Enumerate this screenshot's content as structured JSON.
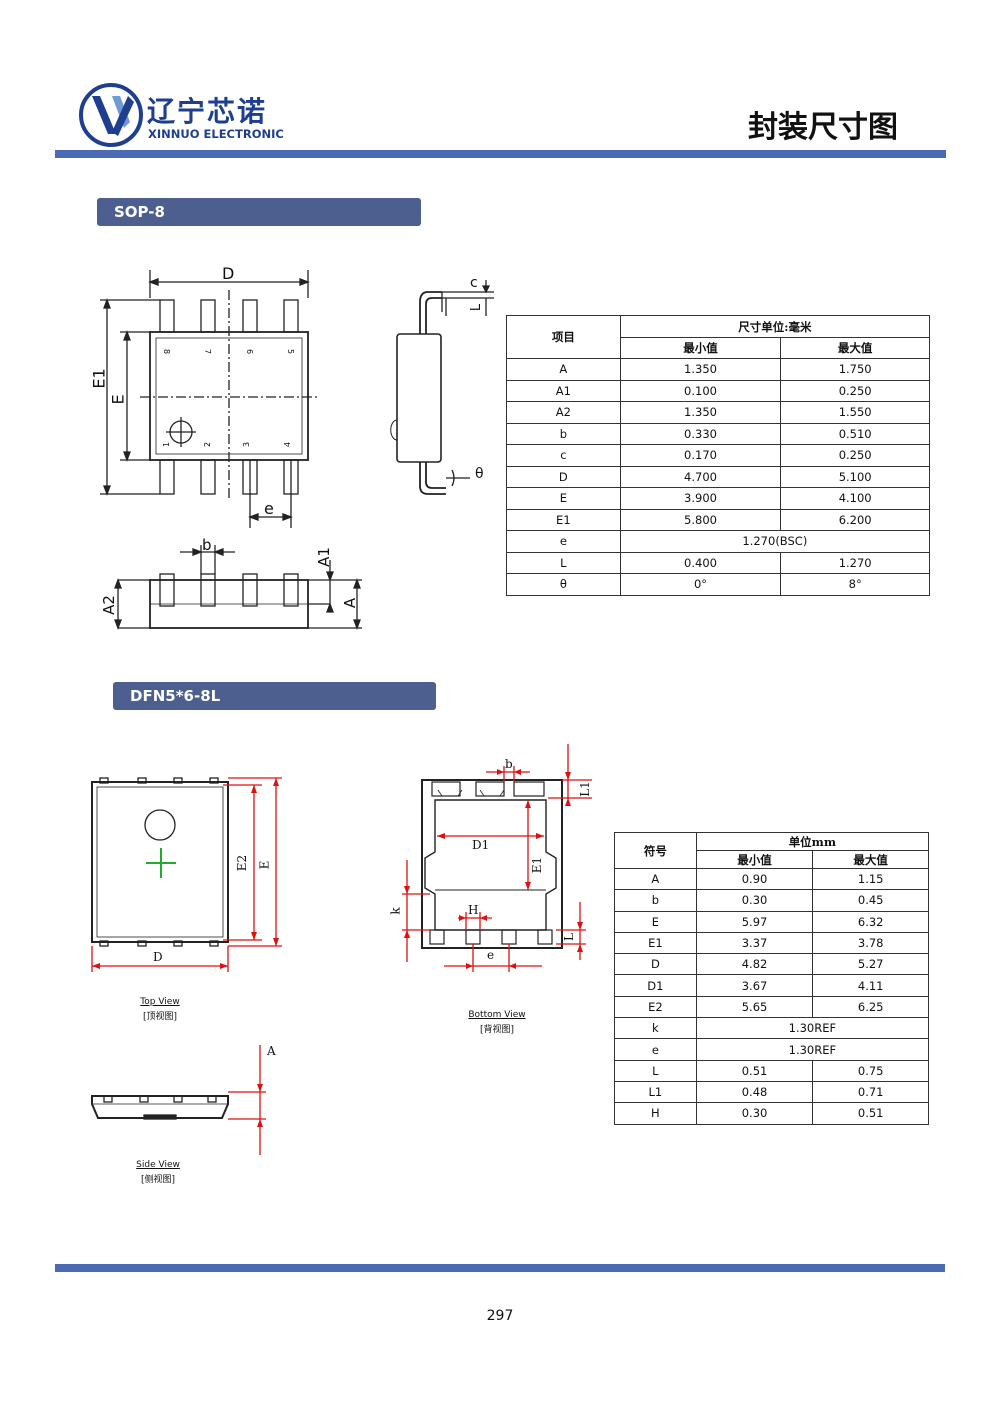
{
  "header": {
    "logo_cn": "辽宁芯诺",
    "logo_en": "XINNUO ELECTRONIC",
    "title": "封装尺寸图",
    "accent_color": "#4a6bb4"
  },
  "sop8": {
    "tag": "SOP-8",
    "drawing": {
      "dim_labels": {
        "D": "D",
        "E1": "E1",
        "E": "E",
        "e": "e",
        "b": "b",
        "A1": "A1",
        "A2": "A2",
        "A": "A",
        "c": "c",
        "L": "L",
        "theta": "θ"
      },
      "pins_top": [
        "8",
        "7",
        "6",
        "5"
      ],
      "pins_bottom": [
        "1",
        "2",
        "3",
        "4"
      ]
    },
    "table": {
      "col_item": "项目",
      "col_unit": "尺寸单位:毫米",
      "col_min": "最小值",
      "col_max": "最大值",
      "rows": [
        {
          "item": "A",
          "min": "1.350",
          "max": "1.750"
        },
        {
          "item": "A1",
          "min": "0.100",
          "max": "0.250"
        },
        {
          "item": "A2",
          "min": "1.350",
          "max": "1.550"
        },
        {
          "item": "b",
          "min": "0.330",
          "max": "0.510"
        },
        {
          "item": "c",
          "min": "0.170",
          "max": "0.250"
        },
        {
          "item": "D",
          "min": "4.700",
          "max": "5.100"
        },
        {
          "item": "E",
          "min": "3.900",
          "max": "4.100"
        },
        {
          "item": "E1",
          "min": "5.800",
          "max": "6.200"
        },
        {
          "item": "e",
          "span": "1.270(BSC)"
        },
        {
          "item": "L",
          "min": "0.400",
          "max": "1.270"
        },
        {
          "item": "θ",
          "min": "0°",
          "max": "8°"
        }
      ]
    }
  },
  "dfn": {
    "tag": "DFN5*6-8L",
    "drawing": {
      "dim_labels": {
        "E2": "E2",
        "E": "E",
        "D": "D",
        "b": "b",
        "L1": "L1",
        "D1": "D1",
        "E1": "E1",
        "k": "k",
        "H": "H",
        "L": "L",
        "e": "e",
        "A": "A"
      },
      "top_view_en": "Top View",
      "top_view_cn": "[顶视图]",
      "bottom_view_en": "Bottom  View",
      "bottom_view_cn": "[背视图]",
      "side_view_en": "Side View",
      "side_view_cn": "[侧视图]"
    },
    "table": {
      "col_item": "符号",
      "col_unit": "单位mm",
      "col_min": "最小值",
      "col_max": "最大值",
      "rows": [
        {
          "item": "A",
          "min": "0.90",
          "max": "1.15"
        },
        {
          "item": "b",
          "min": "0.30",
          "max": "0.45"
        },
        {
          "item": "E",
          "min": "5.97",
          "max": "6.32"
        },
        {
          "item": "E1",
          "min": "3.37",
          "max": "3.78"
        },
        {
          "item": "D",
          "min": "4.82",
          "max": "5.27"
        },
        {
          "item": "D1",
          "min": "3.67",
          "max": "4.11"
        },
        {
          "item": "E2",
          "min": "5.65",
          "max": "6.25"
        },
        {
          "item": "k",
          "span": "1.30REF"
        },
        {
          "item": "e",
          "span": "1.30REF"
        },
        {
          "item": "L",
          "min": "0.51",
          "max": "0.75"
        },
        {
          "item": "L1",
          "min": "0.48",
          "max": "0.71"
        },
        {
          "item": "H",
          "min": "0.30",
          "max": "0.51"
        }
      ]
    }
  },
  "footer": {
    "page_number": "297"
  }
}
